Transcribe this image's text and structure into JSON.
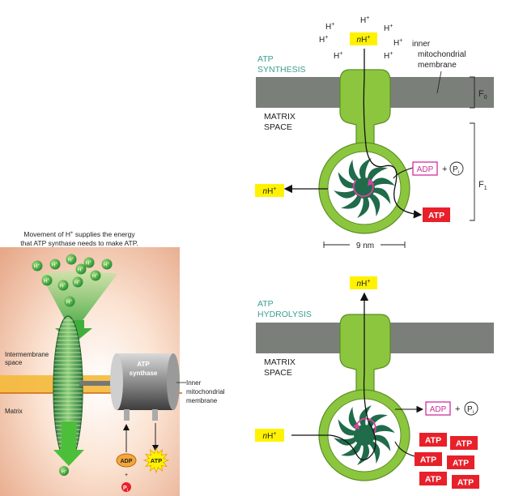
{
  "left_panel": {
    "caption_line1": "Movement of H",
    "caption_line1_sup": "+",
    "caption_line1_rest": " supplies the energy",
    "caption_line2": "that ATP synthase needs to make ATP.",
    "h_label": "H",
    "h_sup": "+",
    "intermembrane_line1": "Intermembrane",
    "intermembrane_line2": "space",
    "matrix": "Matrix",
    "synthase_line1": "ATP",
    "synthase_line2": "synthase",
    "inner_membrane_line1": "Inner",
    "inner_membrane_line2": "mitochondrial",
    "inner_membrane_line3": "membrane",
    "adp": "ADP",
    "plus": "+",
    "pi": "P",
    "pi_sub": "i",
    "atp": "ATP"
  },
  "top_right": {
    "title_line1": "ATP",
    "title_line2": "SYNTHESIS",
    "matrix_line1": "MATRIX",
    "matrix_line2": "SPACE",
    "h": "H",
    "h_sup": "+",
    "nh_n": "n",
    "nh_h": "H",
    "nh_sup": "+",
    "inner_line1": "inner",
    "inner_line2": "mitochondrial",
    "inner_line3": "membrane",
    "f0": "F",
    "f0_sub": "0",
    "f1": "F",
    "f1_sub": "1",
    "adp": "ADP",
    "plus": "+",
    "pi": "P",
    "pi_sub": "i",
    "atp": "ATP",
    "scale": "9 nm"
  },
  "bottom_right": {
    "title_line1": "ATP",
    "title_line2": "HYDROLYSIS",
    "matrix_line1": "MATRIX",
    "matrix_line2": "SPACE",
    "nh_n": "n",
    "nh_h": "H",
    "nh_sup": "+",
    "adp": "ADP",
    "plus": "+",
    "pi": "P",
    "pi_sub": "i",
    "atp": "ATP"
  },
  "colors": {
    "membrane_gray": "#7a7f7a",
    "enzyme_green": "#8cc63f",
    "rotor_dark_green": "#1f6b4a",
    "title_teal": "#3aa08f",
    "atp_red": "#e8202a",
    "adp_magenta": "#d02f9a",
    "nh_yellow": "#fff200"
  }
}
